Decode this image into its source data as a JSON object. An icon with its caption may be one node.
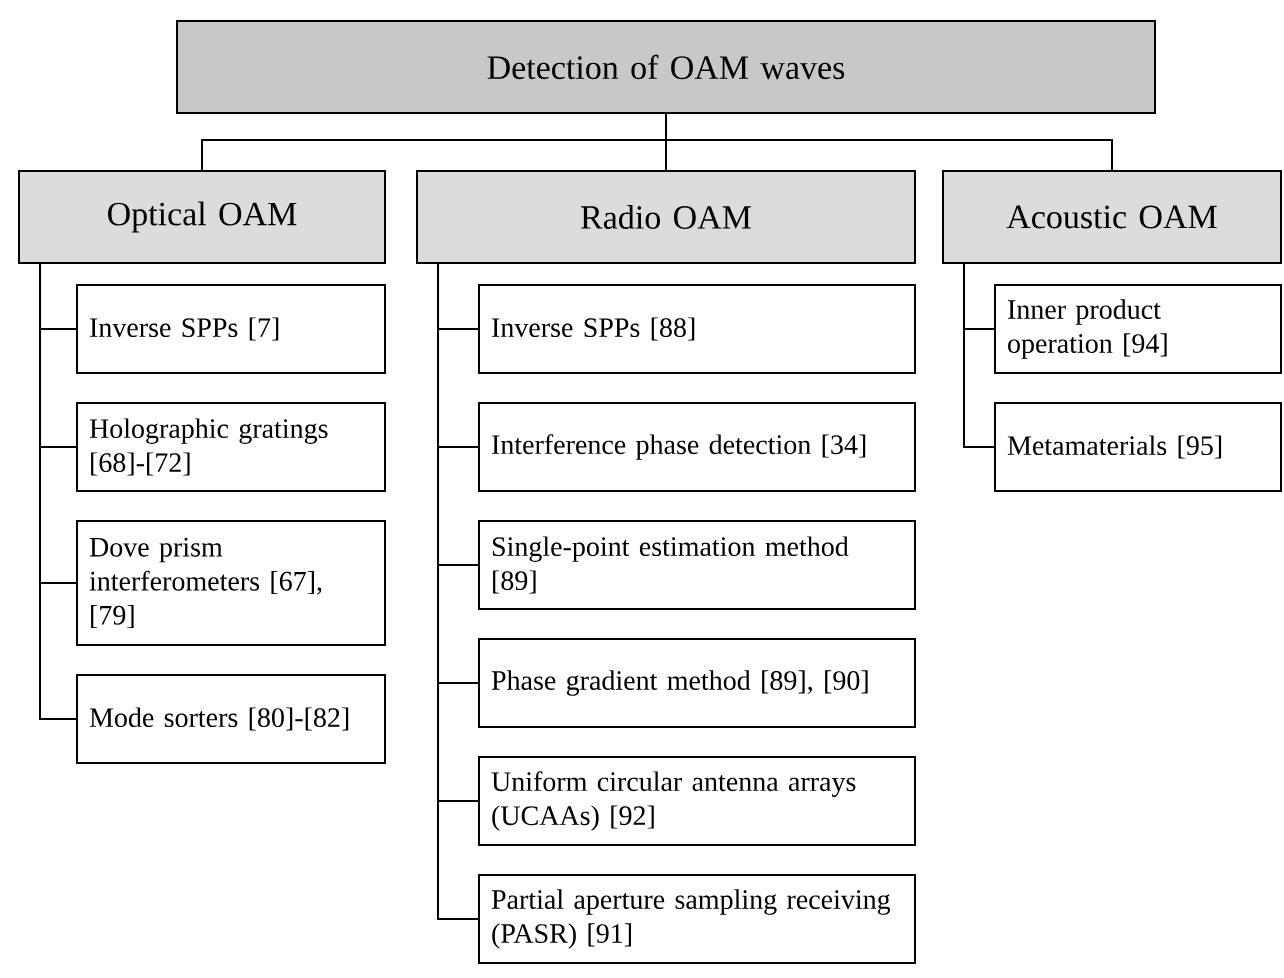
{
  "diagram": {
    "nodes": [
      {
        "text": [
          "Detection of OAM waves"
        ]
      },
      {
        "text": [
          "Optical OAM"
        ]
      },
      {
        "text": [
          "Radio OAM"
        ]
      },
      {
        "text": [
          "Acoustic OAM"
        ]
      },
      {
        "text": [
          "Inverse SPPs [7]"
        ]
      },
      {
        "text": [
          "Holographic gratings [68]-[72]"
        ]
      },
      {
        "text": [
          "Dove prism interferometers [67], [79]"
        ]
      },
      {
        "text": [
          "Mode sorters [80]-[82]"
        ]
      },
      {
        "text": [
          "Inverse SPPs [88]"
        ]
      },
      {
        "text": [
          "Interference phase detection [34]"
        ]
      },
      {
        "text": [
          "Single-point estimation method [89]"
        ]
      },
      {
        "text": [
          "Phase gradient method [89], [90]"
        ]
      },
      {
        "text": [
          "Uniform circular antenna arrays (UCAAs) [92]"
        ]
      },
      {
        "text": [
          "Partial aperture sampling receiving (PASR) [91]"
        ]
      },
      {
        "text": [
          "Inner product operation [94]"
        ]
      },
      {
        "text": [
          "Metamaterials [95]"
        ]
      }
    ],
    "edges": [
      {
        "from": 0,
        "to": 1,
        "arrow": "none"
      },
      {
        "from": 0,
        "to": 2,
        "arrow": "none"
      },
      {
        "from": 0,
        "to": 3,
        "arrow": "none"
      },
      {
        "from": 1,
        "to": 4,
        "arrow": "none"
      },
      {
        "from": 1,
        "to": 5,
        "arrow": "none"
      },
      {
        "from": 1,
        "to": 6,
        "arrow": "none"
      },
      {
        "from": 1,
        "to": 7,
        "arrow": "none"
      },
      {
        "from": 2,
        "to": 8,
        "arrow": "none"
      },
      {
        "from": 2,
        "to": 9,
        "arrow": "none"
      },
      {
        "from": 2,
        "to": 10,
        "arrow": "none"
      },
      {
        "from": 2,
        "to": 11,
        "arrow": "none"
      },
      {
        "from": 2,
        "to": 12,
        "arrow": "none"
      },
      {
        "from": 2,
        "to": 13,
        "arrow": "none"
      },
      {
        "from": 3,
        "to": 14,
        "arrow": "none"
      },
      {
        "from": 3,
        "to": 15,
        "arrow": "none"
      }
    ]
  }
}
